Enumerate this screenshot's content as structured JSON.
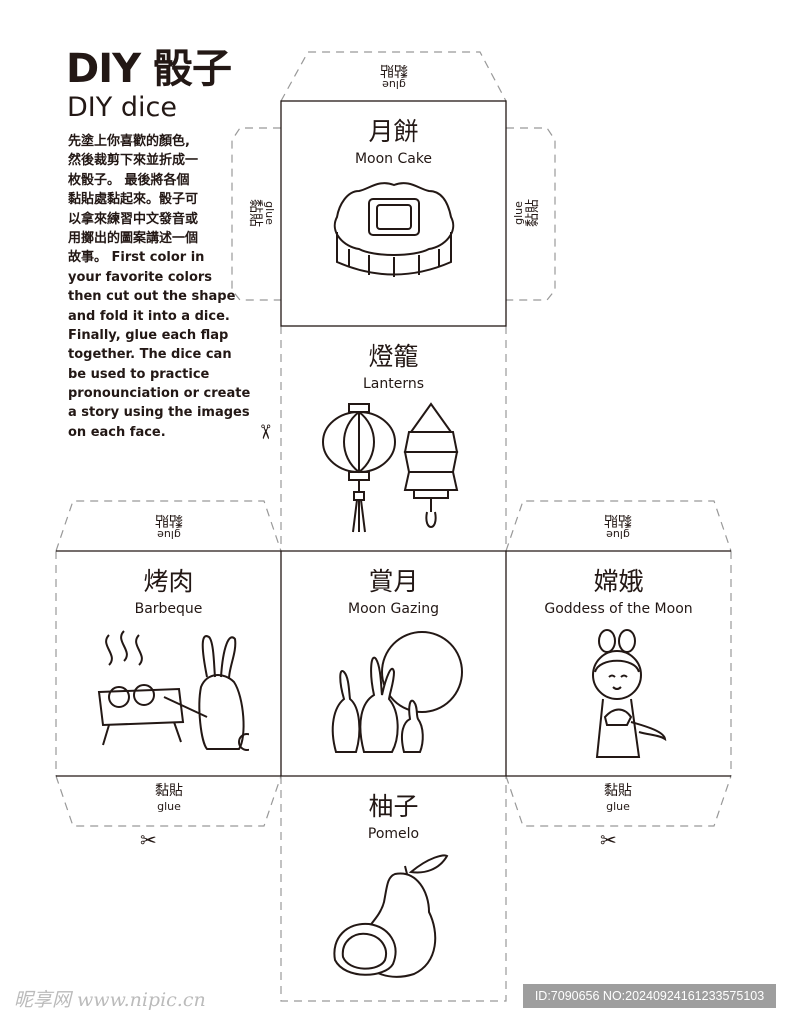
{
  "title": "DIY 骰子",
  "subtitle": "DIY dice",
  "description_lines": [
    "先塗上你喜歡的顏色,",
    "然後裁剪下來並折成一",
    "枚骰子。 最後將各個",
    "黏貼處黏起來。骰子可",
    "以拿來練習中文發音或",
    "用擲出的圖案講述一個",
    "故事。 First color in",
    "your favorite colors",
    "then cut out the shape",
    "and fold it into a dice.",
    "Finally, glue each flap",
    "together.  The dice can",
    "be used to practice",
    "pronounciation or create",
    "a story using the images",
    "on each face."
  ],
  "faces": [
    {
      "zh": "月餅",
      "en": "Moon Cake"
    },
    {
      "zh": "燈籠",
      "en": "Lanterns"
    },
    {
      "zh": "烤肉",
      "en": "Barbeque"
    },
    {
      "zh": "賞月",
      "en": "Moon Gazing"
    },
    {
      "zh": "嫦娥",
      "en": "Goddess of the Moon"
    },
    {
      "zh": "柚子",
      "en": "Pomelo"
    }
  ],
  "glue": {
    "zh": "黏貼",
    "en": "glue"
  },
  "watermark": "昵享网 www.nipic.cn",
  "id_text": "ID:7090656 NO:20240924161233575103"
}
